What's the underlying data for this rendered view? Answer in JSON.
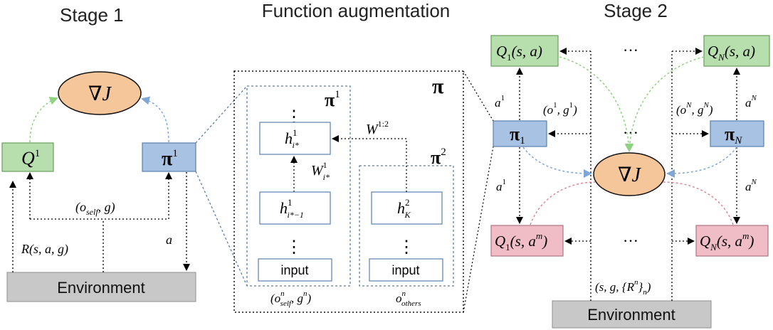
{
  "stage1": {
    "title": "Stage 1",
    "grad_j": "∇J",
    "q_label": "Q",
    "q_sup": "1",
    "pi_label": "π",
    "pi_sup": "1",
    "obs_label": "(o",
    "obs_sub": "self",
    "obs_tail": ", g)",
    "reward_label": "R(s, a, g)",
    "action_label": "a",
    "environment": "Environment"
  },
  "augmentation": {
    "title": "Function augmentation",
    "pi_outer": "π",
    "pi1_label": "π",
    "pi1_sup": "1",
    "pi2_label": "π",
    "pi2_sup": "2",
    "h_top": "h",
    "h_top_sup": "1",
    "h_top_sub": "i*",
    "h_mid": "h",
    "h_mid_sup": "1",
    "h_mid_sub": "i*−1",
    "h_right": "h",
    "h_right_sup": "2",
    "h_right_sub": "K",
    "w_inner": "W",
    "w_inner_sup": "1",
    "w_inner_sub": "i*",
    "w_cross": "W",
    "w_cross_sup": "1:2",
    "input_left": "input",
    "input_right": "input",
    "vdots": "⋮",
    "obs_self": "(o",
    "obs_self_sup": "n",
    "obs_self_sub": "self",
    "obs_self_tail": ", g",
    "obs_self_tail_sup": "n",
    "obs_self_close": ")",
    "obs_others": "o",
    "obs_others_sup": "n",
    "obs_others_sub": "others"
  },
  "stage2": {
    "title": "Stage 2",
    "q_green_left": "Q",
    "q_green_left_sub": "1",
    "q_green_left_args": "(s, a)",
    "q_green_right": "Q",
    "q_green_right_sub": "N",
    "q_green_right_args": "(s, a)",
    "pi_left": "π",
    "pi_left_sub": "1",
    "pi_right": "π",
    "pi_right_sub": "N",
    "grad_j": "∇J",
    "q_pink_left": "Q",
    "q_pink_left_sub": "1",
    "q_pink_left_args": "(s, a",
    "q_pink_left_sup": "m",
    "q_pink_right": "Q",
    "q_pink_right_sub": "N",
    "q_pink_right_args": "(s, a",
    "q_pink_right_sup": "m",
    "obs_left": "(o",
    "obs_left_sup": "1",
    "obs_left_tail": ", g",
    "obs_left_tail_sup": "1",
    "obs_right": "(o",
    "obs_right_sup": "N",
    "obs_right_tail": ", g",
    "obs_right_tail_sup": "N",
    "a1_top": "a",
    "a1_top_sup": "1",
    "aN_top": "a",
    "aN_top_sup": "N",
    "a1_bottom": "a",
    "a1_bottom_sup": "1",
    "aN_bottom": "a",
    "aN_bottom_sup": "N",
    "ellipsis": "···",
    "state_tuple": "(s, g, {R",
    "state_tuple_sup": "n",
    "state_tuple_tail": "}",
    "state_tuple_sub": "n",
    "state_tuple_close": ")",
    "environment": "Environment"
  },
  "colors": {
    "green_fill": "#b7dfae",
    "green_stroke": "#6a9e5c",
    "blue_fill": "#a7c2e3",
    "blue_stroke": "#5b7fad",
    "pink_fill": "#f0bcc6",
    "pink_stroke": "#b07483",
    "orange_fill": "#f6c69b",
    "env_fill": "#c8c8c8",
    "green_arrow": "#8fd27f",
    "blue_arrow": "#7fa6d6",
    "pink_arrow": "#d98b97"
  }
}
